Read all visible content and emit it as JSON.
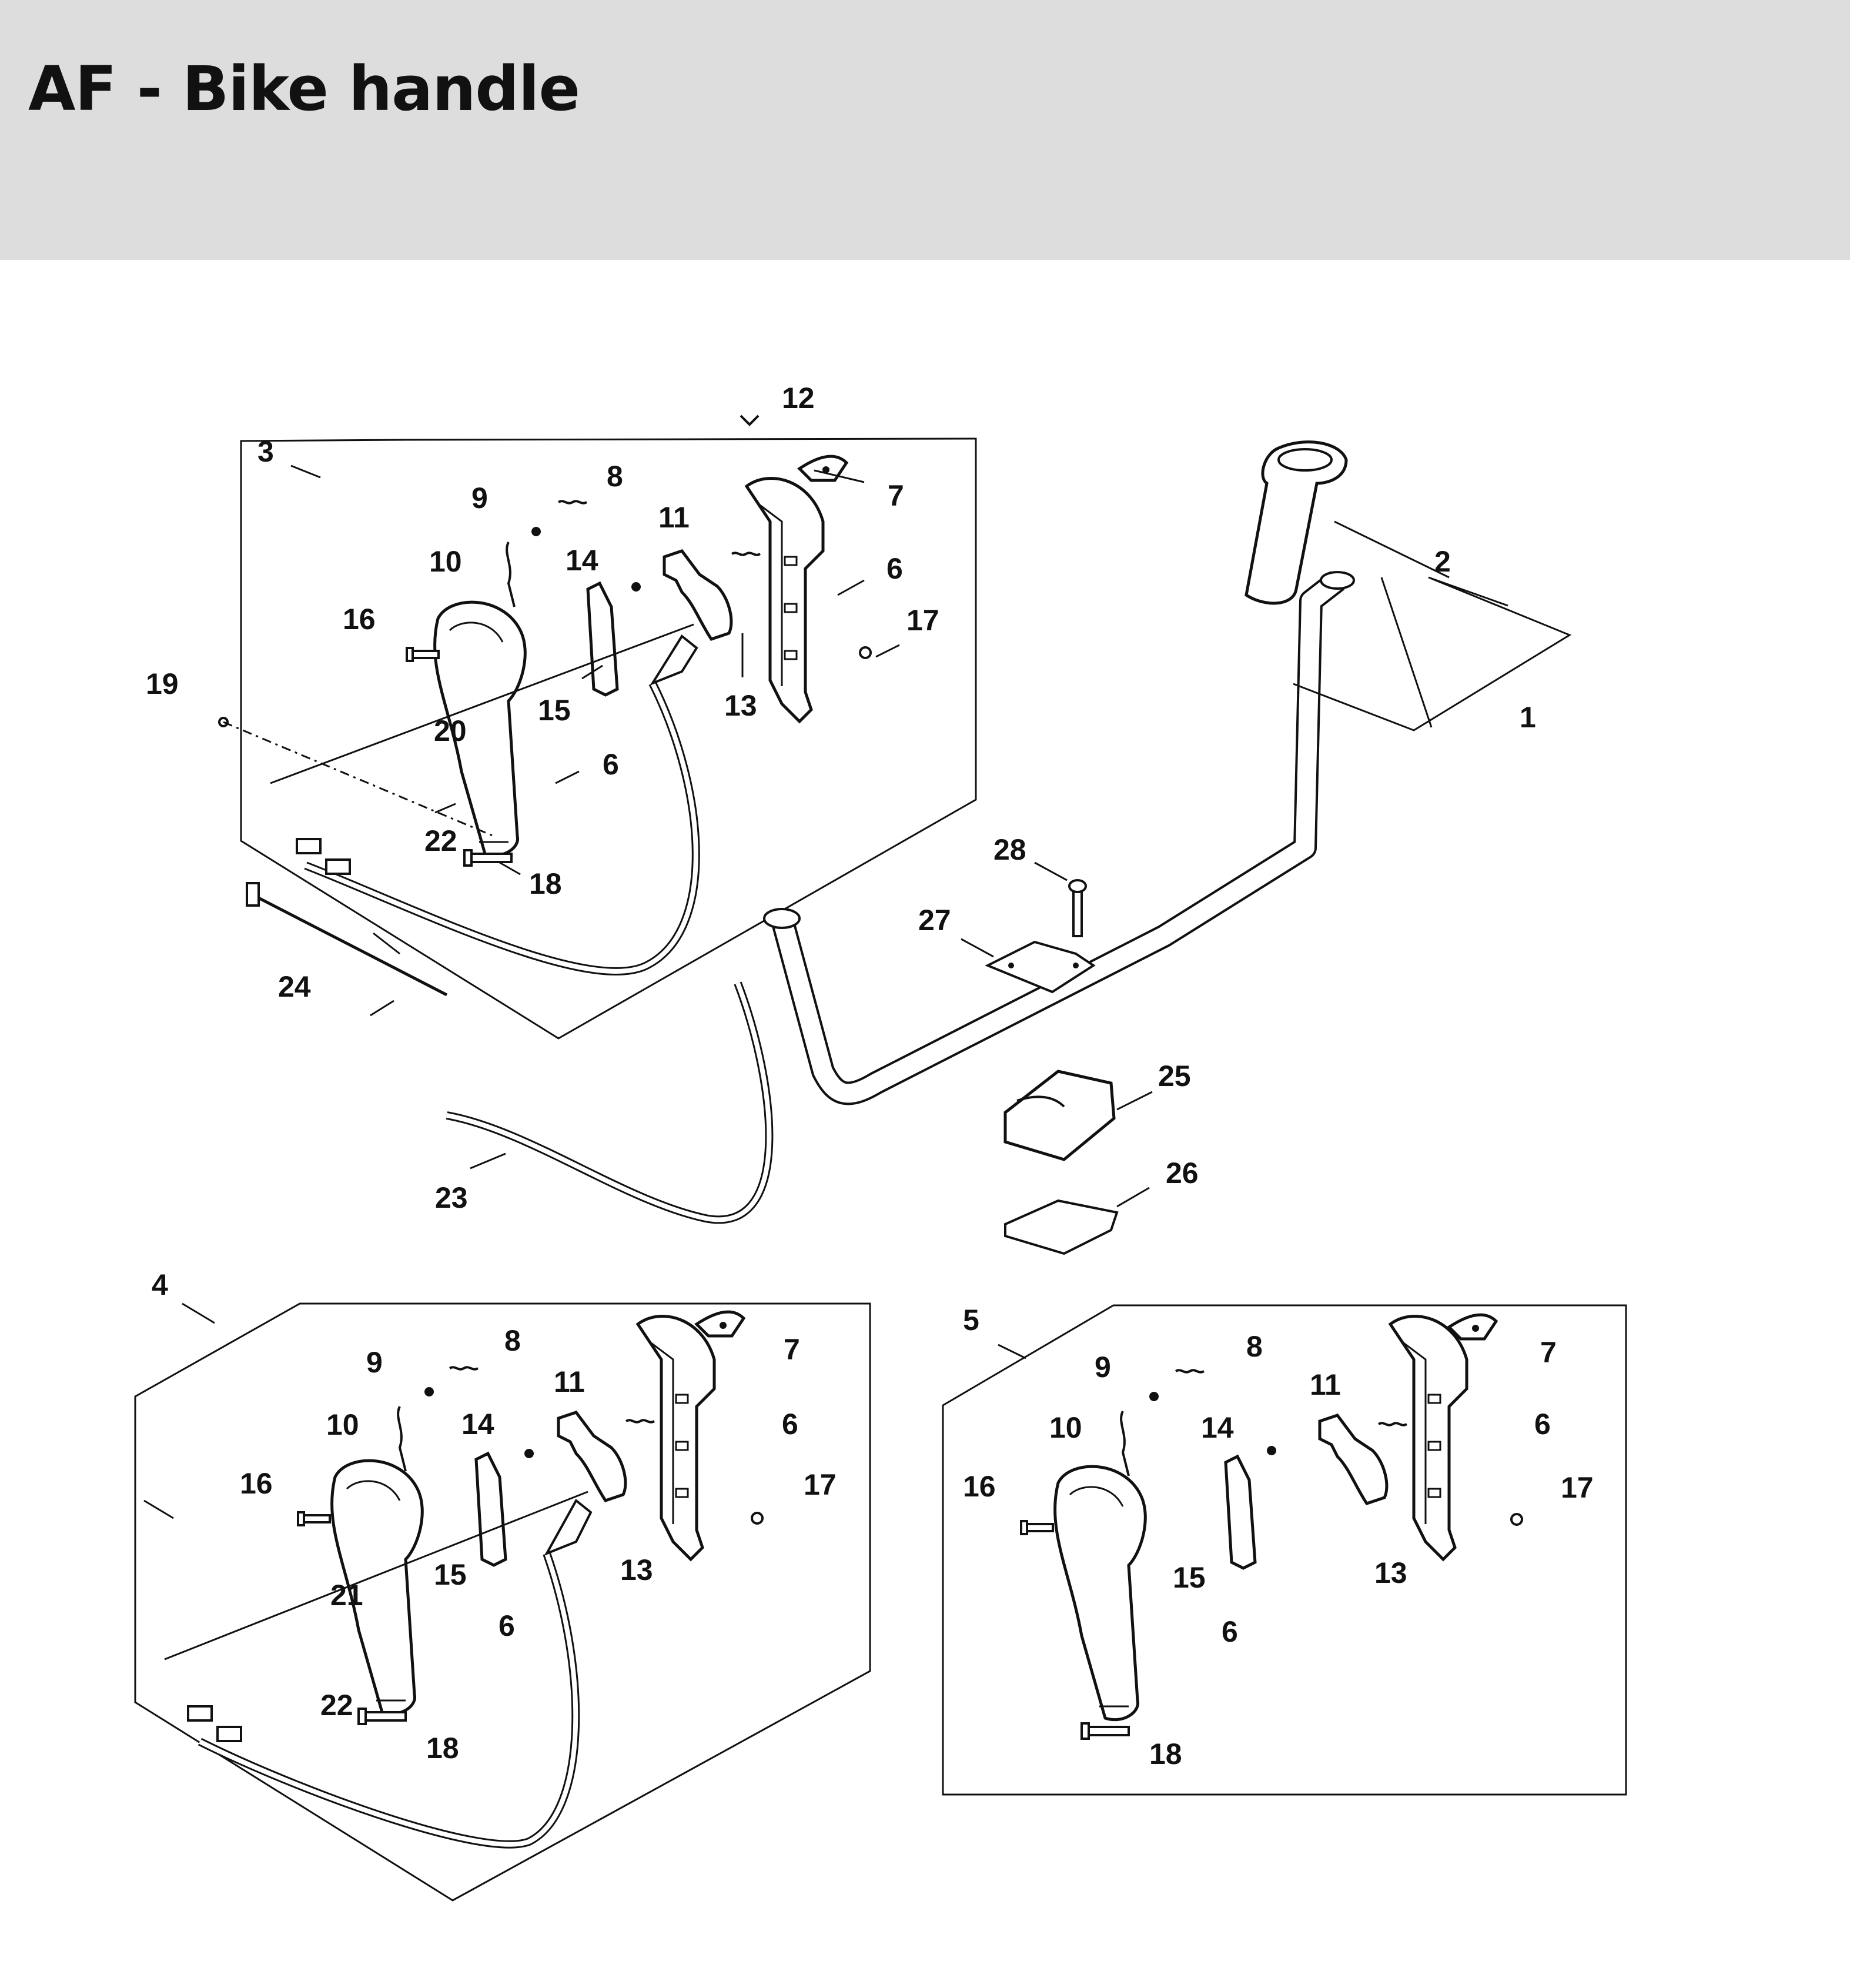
{
  "page": {
    "title": "AF - Bike handle"
  },
  "diagram": {
    "labels": {
      "l1": "1",
      "l2": "2",
      "l3": "3",
      "l4": "4",
      "l5": "5",
      "l6a": "6",
      "l6b": "6",
      "l6c": "6",
      "l6d": "6",
      "l6e": "6",
      "l6f": "6",
      "l7a": "7",
      "l7b": "7",
      "l7c": "7",
      "l8a": "8",
      "l8b": "8",
      "l8c": "8",
      "l9a": "9",
      "l9b": "9",
      "l9c": "9",
      "l10a": "10",
      "l10b": "10",
      "l10c": "10",
      "l11a": "11",
      "l11b": "11",
      "l11c": "11",
      "l12": "12",
      "l13a": "13",
      "l13b": "13",
      "l13c": "13",
      "l14a": "14",
      "l14b": "14",
      "l14c": "14",
      "l15a": "15",
      "l15b": "15",
      "l15c": "15",
      "l16a": "16",
      "l16b": "16",
      "l16c": "16",
      "l17a": "17",
      "l17b": "17",
      "l17c": "17",
      "l18a": "18",
      "l18b": "18",
      "l18c": "18",
      "l19": "19",
      "l20": "20",
      "l21": "21",
      "l22a": "22",
      "l22b": "22",
      "l23": "23",
      "l24": "24",
      "l25": "25",
      "l26": "26",
      "l27": "27",
      "l28": "28"
    }
  }
}
